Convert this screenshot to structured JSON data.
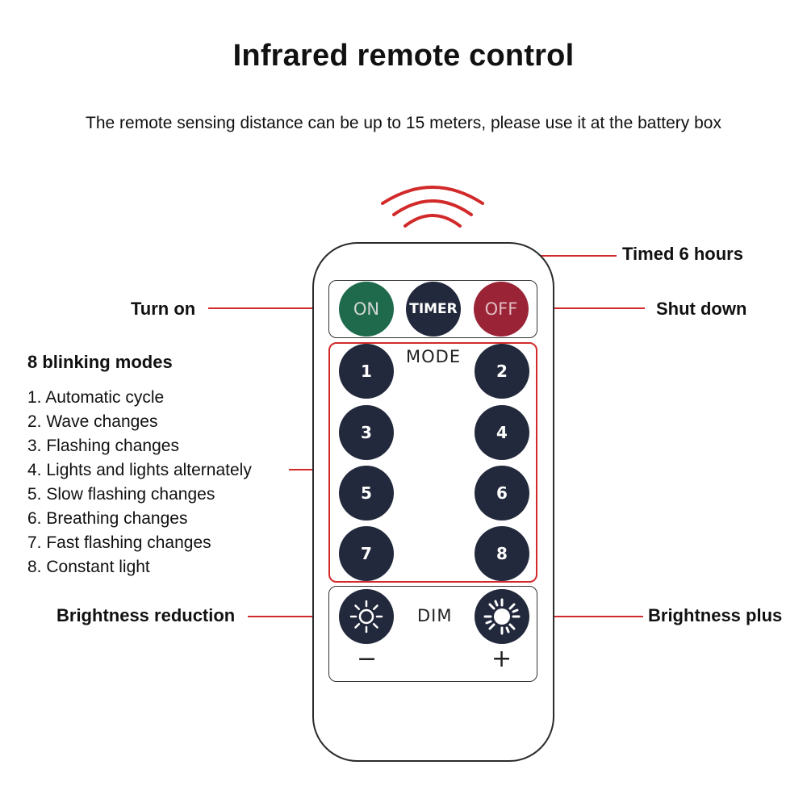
{
  "title": "Infrared remote control",
  "subtitle": "The remote sensing distance can be up to 15 meters, please use it at the battery box",
  "callouts": {
    "timed": "Timed 6 hours",
    "turn_on": "Turn on",
    "shut_down": "Shut down",
    "brightness_reduction": "Brightness reduction",
    "brightness_plus": "Brightness plus"
  },
  "modes": {
    "heading": "8 blinking modes",
    "items": [
      "1. Automatic cycle",
      "2. Wave changes",
      "3. Flashing changes",
      "4. Lights and lights alternately",
      "5. Slow flashing changes",
      "6. Breathing changes",
      "7. Fast flashing changes",
      "8. Constant light"
    ]
  },
  "remote": {
    "on_label": "ON",
    "timer_label": "TIMER",
    "off_label": "OFF",
    "mode_label": "MODE",
    "numbers": [
      "1",
      "2",
      "3",
      "4",
      "5",
      "6",
      "7",
      "8"
    ],
    "dim_label": "DIM",
    "minus": "−",
    "plus": "+"
  },
  "colors": {
    "callout_line": "#d22a2a",
    "signal_waves": "#d22a2a",
    "mode_group_border": "#d22a2a",
    "on_button": "#1f6a4c",
    "off_button": "#9a2436",
    "dark_button": "#23293c"
  },
  "icons": [
    "signal-waves-icon",
    "sun-outline-icon",
    "sun-bright-icon"
  ]
}
